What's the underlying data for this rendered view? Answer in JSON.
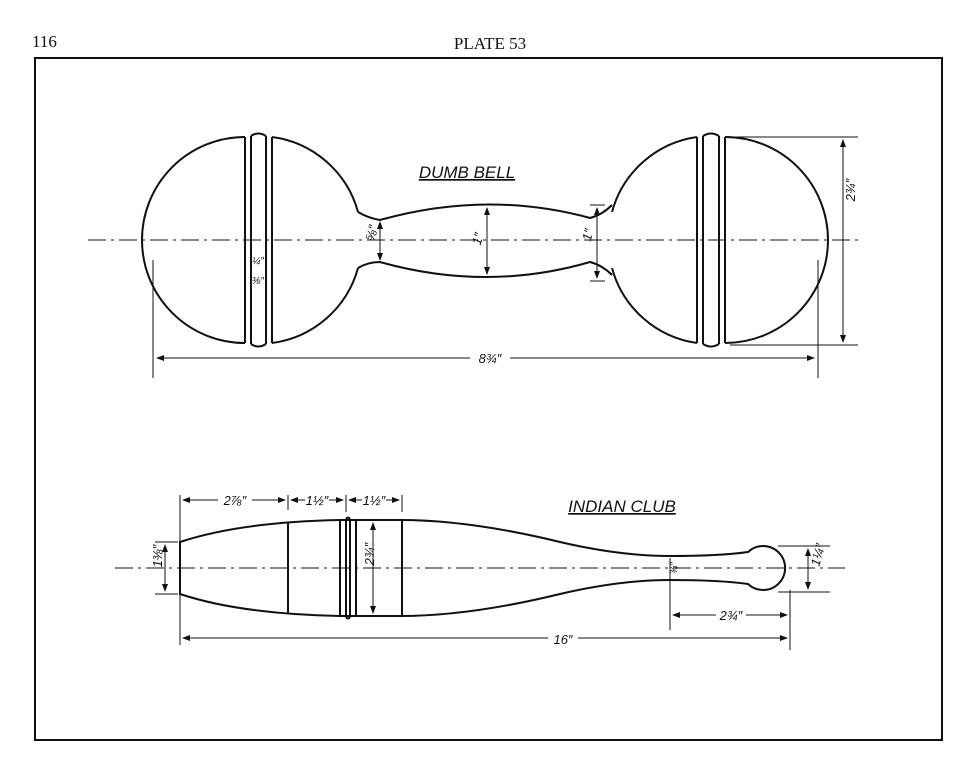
{
  "header": {
    "page_number": "116",
    "plate": "PLATE 53"
  },
  "dumb_bell": {
    "title": "DUMB BELL",
    "dims": {
      "overall_length": "8¾″",
      "ball_diameter": "2¾″",
      "neck": "⅝″",
      "handle_middle": "1″",
      "handle_end": "1″",
      "groove_bead": "¼″",
      "groove_band": "⅜″"
    }
  },
  "indian_club": {
    "title": "INDIAN CLUB",
    "dims": {
      "section_1": "2⅞″",
      "section_2": "1½″",
      "section_3": "1½″",
      "end_diameter": "1⅜″",
      "max_diameter": "2¾″",
      "neck": "¾″",
      "knob": "1¼″",
      "knob_length": "2¾″",
      "overall_length": "16″"
    }
  }
}
